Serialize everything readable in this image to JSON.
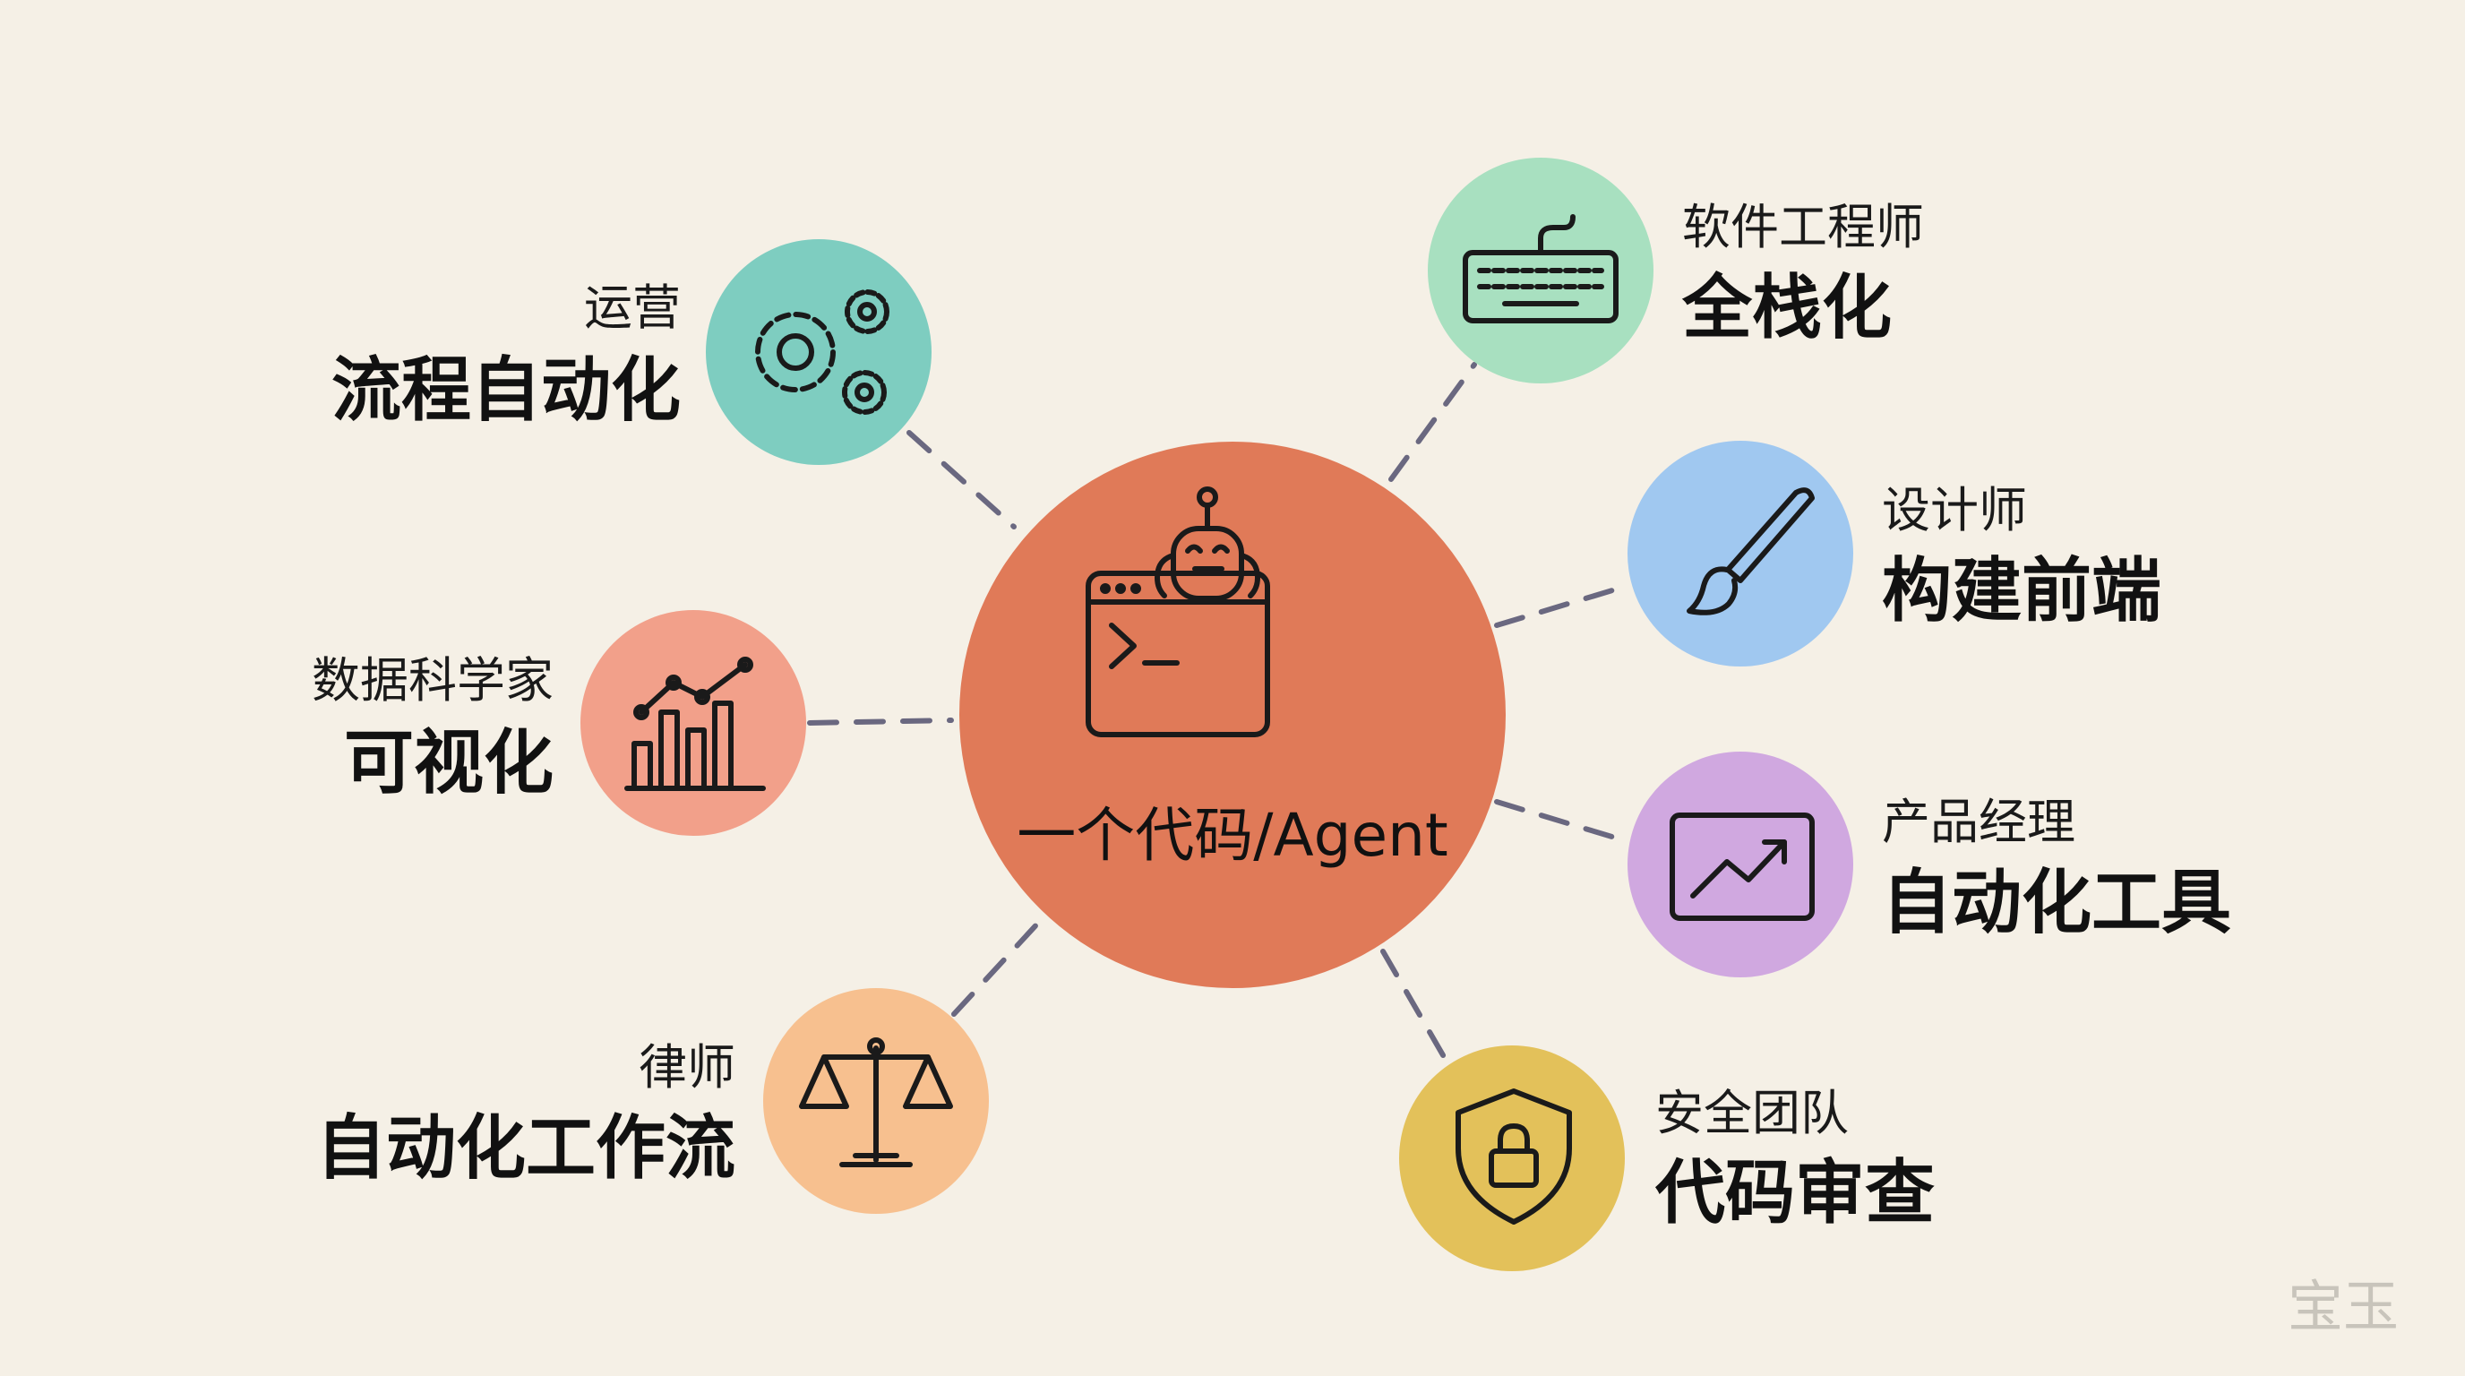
{
  "center": {
    "label": "一个代码/Agent",
    "icon": "robot-terminal-icon",
    "color": "#e07a58"
  },
  "roles": [
    {
      "role": "运营",
      "task": "流程自动化",
      "icon": "gears-icon",
      "color": "#7ecdc0"
    },
    {
      "role": "数据科学家",
      "task": "可视化",
      "icon": "bar-chart-icon",
      "color": "#f2a08a"
    },
    {
      "role": "律师",
      "task": "自动化工作流",
      "icon": "scales-icon",
      "color": "#f7c08f"
    },
    {
      "role": "软件工程师",
      "task": "全栈化",
      "icon": "keyboard-icon",
      "color": "#a8e0c0"
    },
    {
      "role": "设计师",
      "task": "构建前端",
      "icon": "paintbrush-icon",
      "color": "#a0c8f0"
    },
    {
      "role": "产品经理",
      "task": "自动化工具",
      "icon": "trend-chart-icon",
      "color": "#d0a8e0"
    },
    {
      "role": "安全团队",
      "task": "代码审查",
      "icon": "shield-lock-icon",
      "color": "#e3c15a"
    }
  ],
  "watermark": "宝玉",
  "colors": {
    "background": "#f5f0e6",
    "connector": "#6a6880"
  }
}
